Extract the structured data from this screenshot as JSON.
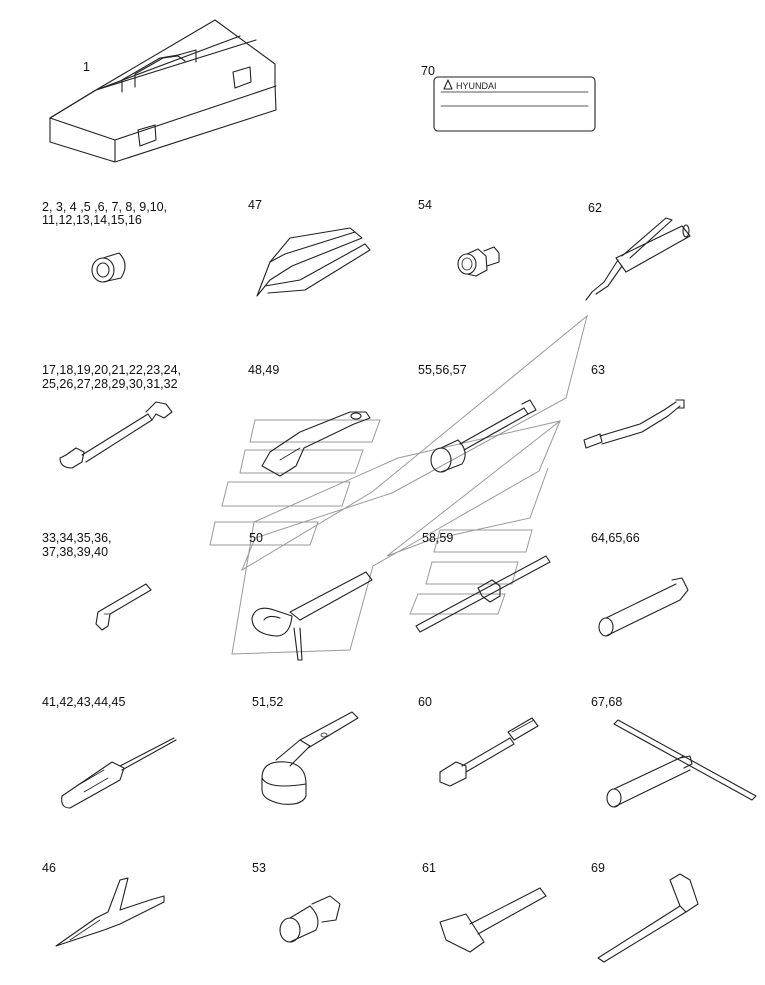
{
  "parts": [
    {
      "id": "toolbox",
      "label_lines": [
        "1"
      ]
    },
    {
      "id": "name-plate",
      "label_lines": [
        "70"
      ],
      "plate_text": "HYUNDAI"
    },
    {
      "id": "socket",
      "label_lines": [
        "2, 3, 4 ,5 ,6, 7, 8, 9,10,",
        "11,12,13,14,15,16"
      ]
    },
    {
      "id": "pliers-47",
      "label_lines": [
        "47"
      ]
    },
    {
      "id": "adapter-54",
      "label_lines": [
        "54"
      ]
    },
    {
      "id": "grease-gun",
      "label_lines": [
        "62"
      ]
    },
    {
      "id": "spanner",
      "label_lines": [
        "17,18,19,20,21,22,23,24,",
        "25,26,27,28,29,30,31,32"
      ]
    },
    {
      "id": "adjustable-wrench",
      "label_lines": [
        "48,49"
      ]
    },
    {
      "id": "socket-extension",
      "label_lines": [
        "55,56,57"
      ]
    },
    {
      "id": "grease-hose",
      "label_lines": [
        "63"
      ]
    },
    {
      "id": "hex-key",
      "label_lines": [
        "33,34,35,36,",
        "37,38,39,40"
      ]
    },
    {
      "id": "filter-wrench-50",
      "label_lines": [
        "50"
      ]
    },
    {
      "id": "tommy-bar",
      "label_lines": [
        "58,59"
      ]
    },
    {
      "id": "box-spanner",
      "label_lines": [
        "64,65,66"
      ]
    },
    {
      "id": "screwdriver",
      "label_lines": [
        "41,42,43,44,45"
      ]
    },
    {
      "id": "filter-wrench-51",
      "label_lines": [
        "51,52"
      ]
    },
    {
      "id": "ratchet-handle",
      "label_lines": [
        "60"
      ]
    },
    {
      "id": "t-wrench",
      "label_lines": [
        "67,68"
      ]
    },
    {
      "id": "long-nose-pliers",
      "label_lines": [
        "46"
      ]
    },
    {
      "id": "universal-joint",
      "label_lines": [
        "53"
      ]
    },
    {
      "id": "hammer",
      "label_lines": [
        "61"
      ]
    },
    {
      "id": "l-wrench",
      "label_lines": [
        "69"
      ]
    }
  ]
}
